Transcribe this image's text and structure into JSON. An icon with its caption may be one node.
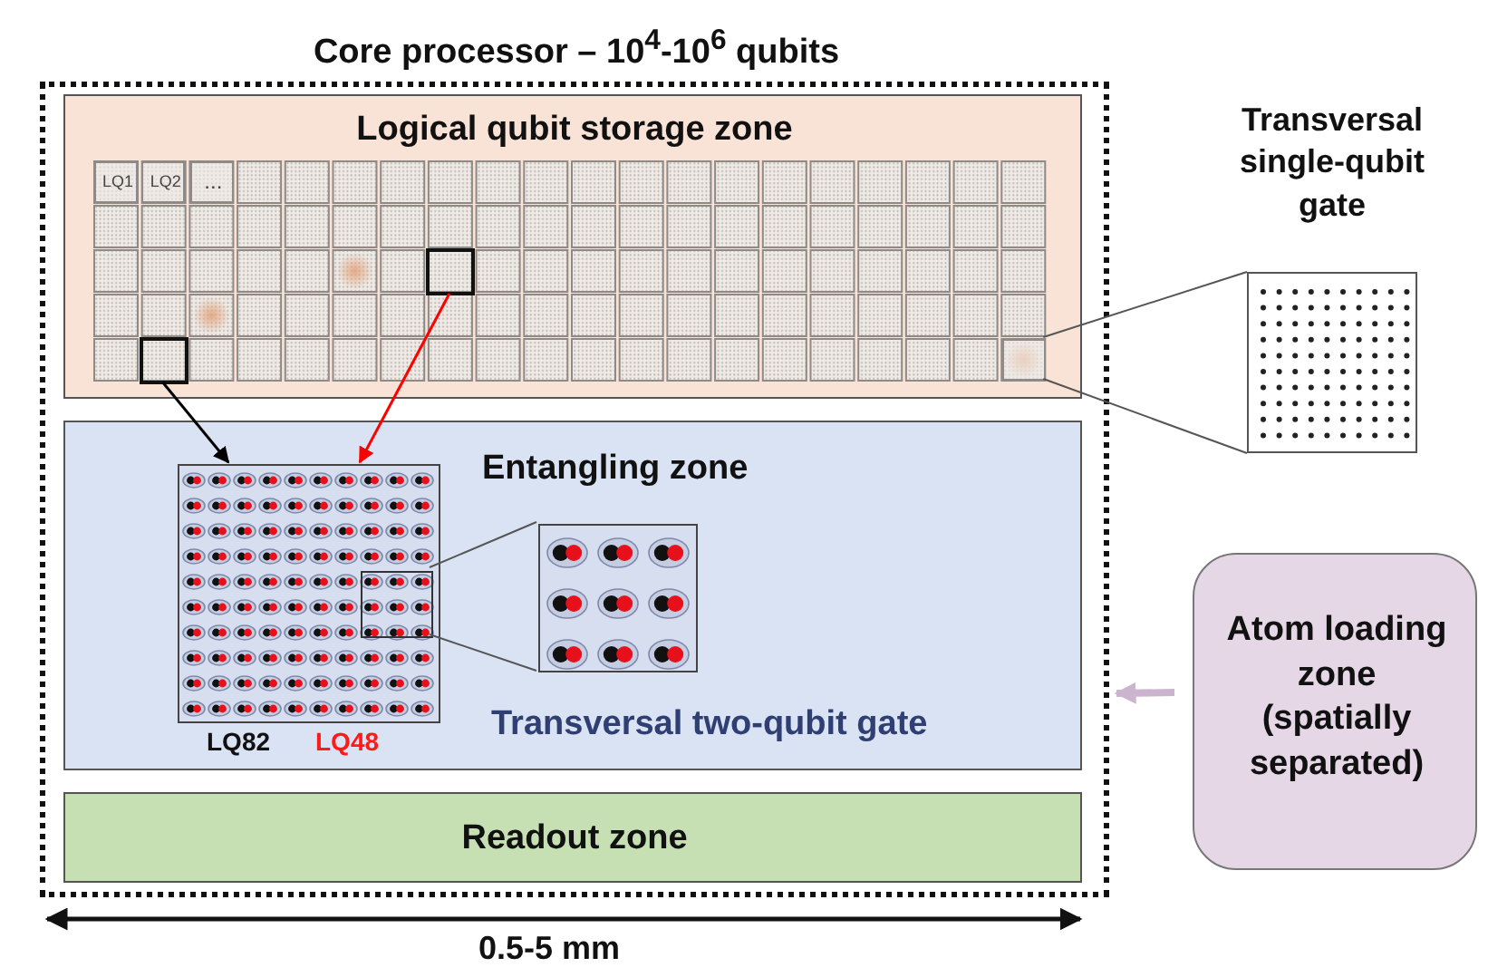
{
  "diagram": {
    "nodes": [
      {
        "text": [
          "Core processor – 10$^{4}$-10$^{6}$ qubits"
        ]
      },
      {
        "text": [
          "Logical qubit storage zone"
        ],
        "in": 0
      },
      {
        "text": [
          "LQ1"
        ],
        "in": 1
      },
      {
        "text": [
          "LQ2"
        ],
        "in": 1
      },
      {
        "text": [
          "..."
        ],
        "in": 1
      },
      {
        "text": [],
        "shape": "box",
        "in": 1
      },
      {
        "text": [],
        "shape": "box",
        "in": 1
      },
      {
        "text": [],
        "shape": "box",
        "in": 1
      },
      {
        "text": [
          "Entangling zone",
          "Transversal two-qubit gate"
        ],
        "in": 0
      },
      {
        "text": [],
        "shape": "box",
        "in": 8,
        "beside": [
          "LQ82",
          "LQ48"
        ]
      },
      {
        "text": [],
        "shape": "box",
        "in": 9
      },
      {
        "text": [],
        "shape": "box",
        "in": 8
      },
      {
        "text": [
          "Readout zone"
        ],
        "in": 0
      },
      {
        "text": [
          "Transversal single-qubit gate"
        ]
      },
      {
        "text": [
          "Atom loading zone (spatially separated)"
        ]
      }
    ],
    "edges": [
      {
        "from": 6,
        "to": 9,
        "arrow": "to",
        "color": "#000000"
      },
      {
        "from": 5,
        "to": 9,
        "arrow": "to",
        "color": "#ff0000"
      },
      {
        "from": 7,
        "to": 13,
        "arrow": "none"
      },
      {
        "from": 7,
        "to": 13,
        "arrow": "none"
      },
      {
        "from": 10,
        "to": 11,
        "arrow": "none"
      },
      {
        "from": 10,
        "to": 11,
        "arrow": "none"
      },
      {
        "from": 14,
        "to": 0,
        "arrow": "to",
        "style": "thick",
        "color": "#cbb5ce"
      }
    ],
    "labels": [
      "0.5-5 mm"
    ]
  }
}
